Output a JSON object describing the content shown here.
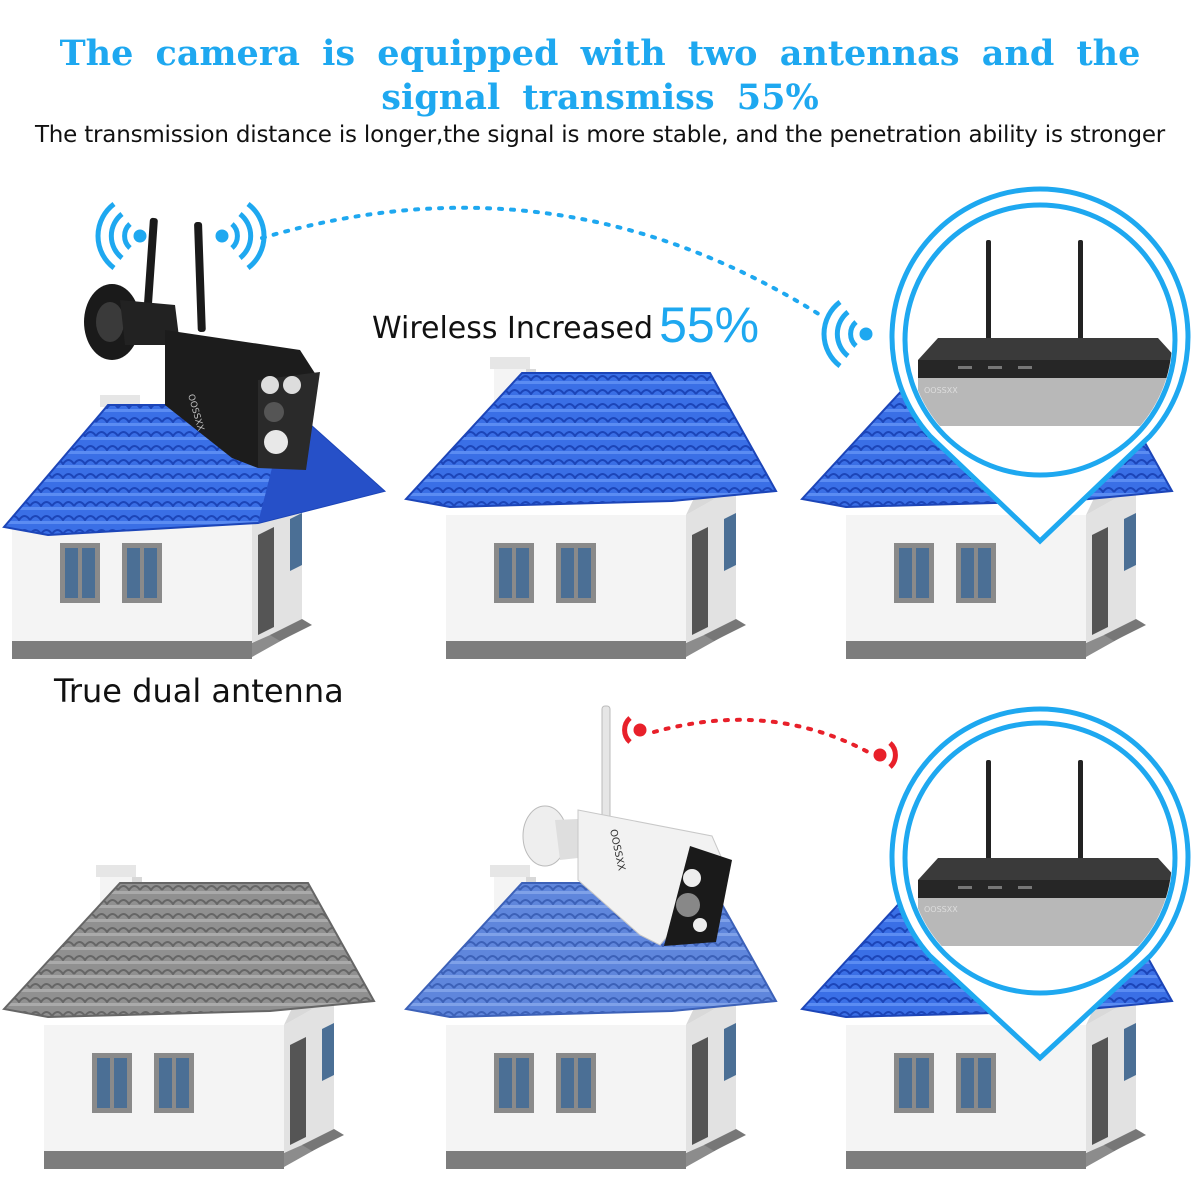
{
  "header": {
    "headline_line1": "The camera is equipped with two antennas and the",
    "headline_line2": "signal transmiss 55%",
    "subtitle": "The transmission distance is longer,the signal is more stable, and the penetration ability is stronger"
  },
  "labels": {
    "wireless_text": "Wireless Increased",
    "wireless_pct": "55%",
    "dual_antenna": "True dual antenna"
  },
  "brand": {
    "logo_text": "OOSSXX"
  },
  "colors": {
    "accent_blue": "#1ea8f0",
    "signal_red": "#e8202a",
    "roof_blue": "#2f63e0",
    "roof_grey": "#8a8a8a"
  }
}
